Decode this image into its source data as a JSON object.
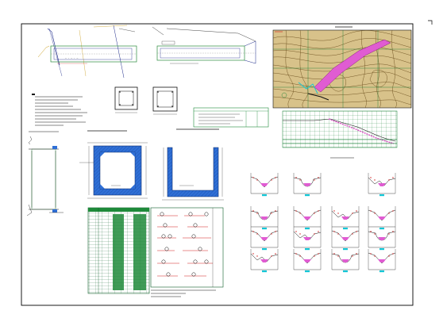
{
  "drawing": {
    "colors": {
      "paper": "#ffffff",
      "border": "#000000",
      "concrete_fill": "#2f6fd6",
      "contour_bg": "#c9b27a",
      "contour_line": "#6a4d1c",
      "channel_fill": "#e05cd2",
      "grid_green": "#0e7a2e",
      "table_green": "#1e8a3a",
      "profile_pink": "#d94fc3",
      "red_dim": "#d11a1a",
      "cyan_mark": "#11c6d6"
    },
    "views": [
      "plan-views",
      "box-culvert-sections",
      "general-notes",
      "legend-table",
      "longitudinal-wall-section",
      "main-box-section",
      "u-channel-section",
      "quantity-table",
      "rebar-details",
      "topographic-plan",
      "longitudinal-profile",
      "cross-sections-grid"
    ]
  }
}
